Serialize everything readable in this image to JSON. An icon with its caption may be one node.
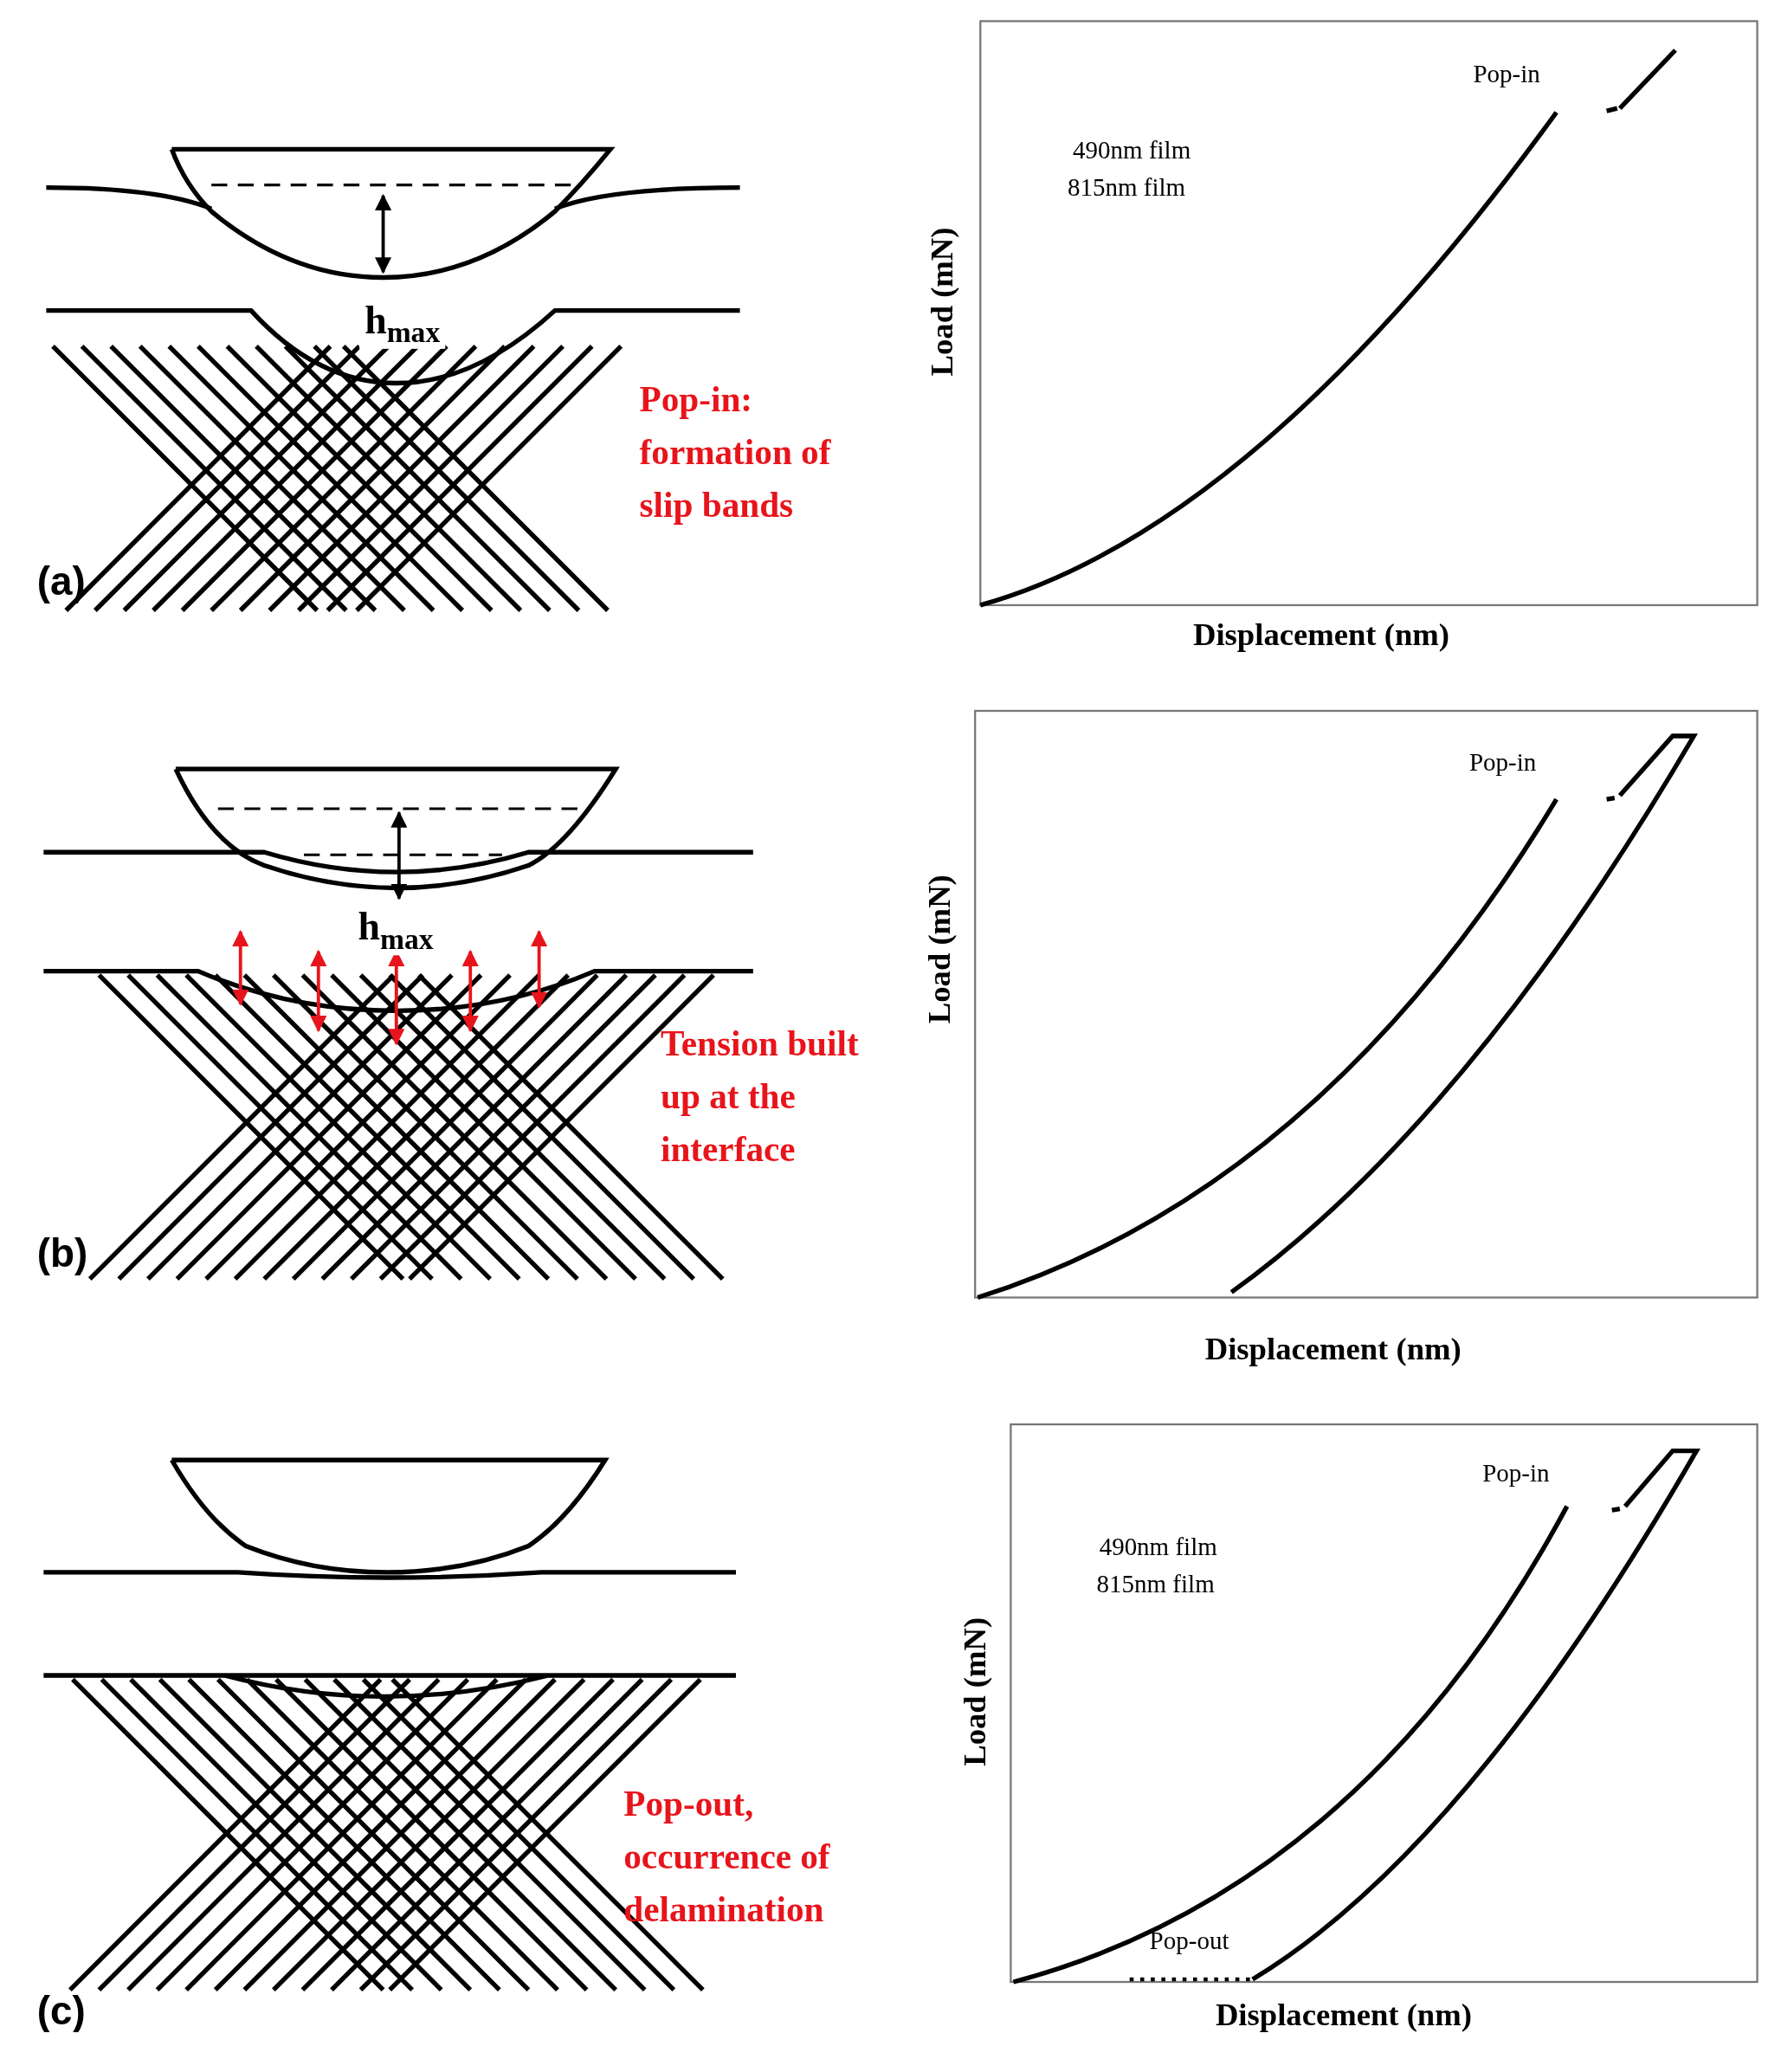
{
  "diagram": {
    "labels": [
      "Pop-in",
      "490nm film",
      "815nm film",
      "h$_{max}$",
      "Load (mN)",
      "Pop-in: formation of slip bands",
      "(a)",
      "Displacement (nm)",
      "Pop-in",
      "h$_{max}$",
      "Load (mN)",
      "Tension built up at the interface",
      "(b)",
      "Displacement (nm)",
      "Pop-in",
      "490nm film",
      "815nm film",
      "Load (mN)",
      "Pop-out, occurrence of delamination",
      "Pop-out",
      "(c)",
      "Displacement (nm)"
    ]
  }
}
